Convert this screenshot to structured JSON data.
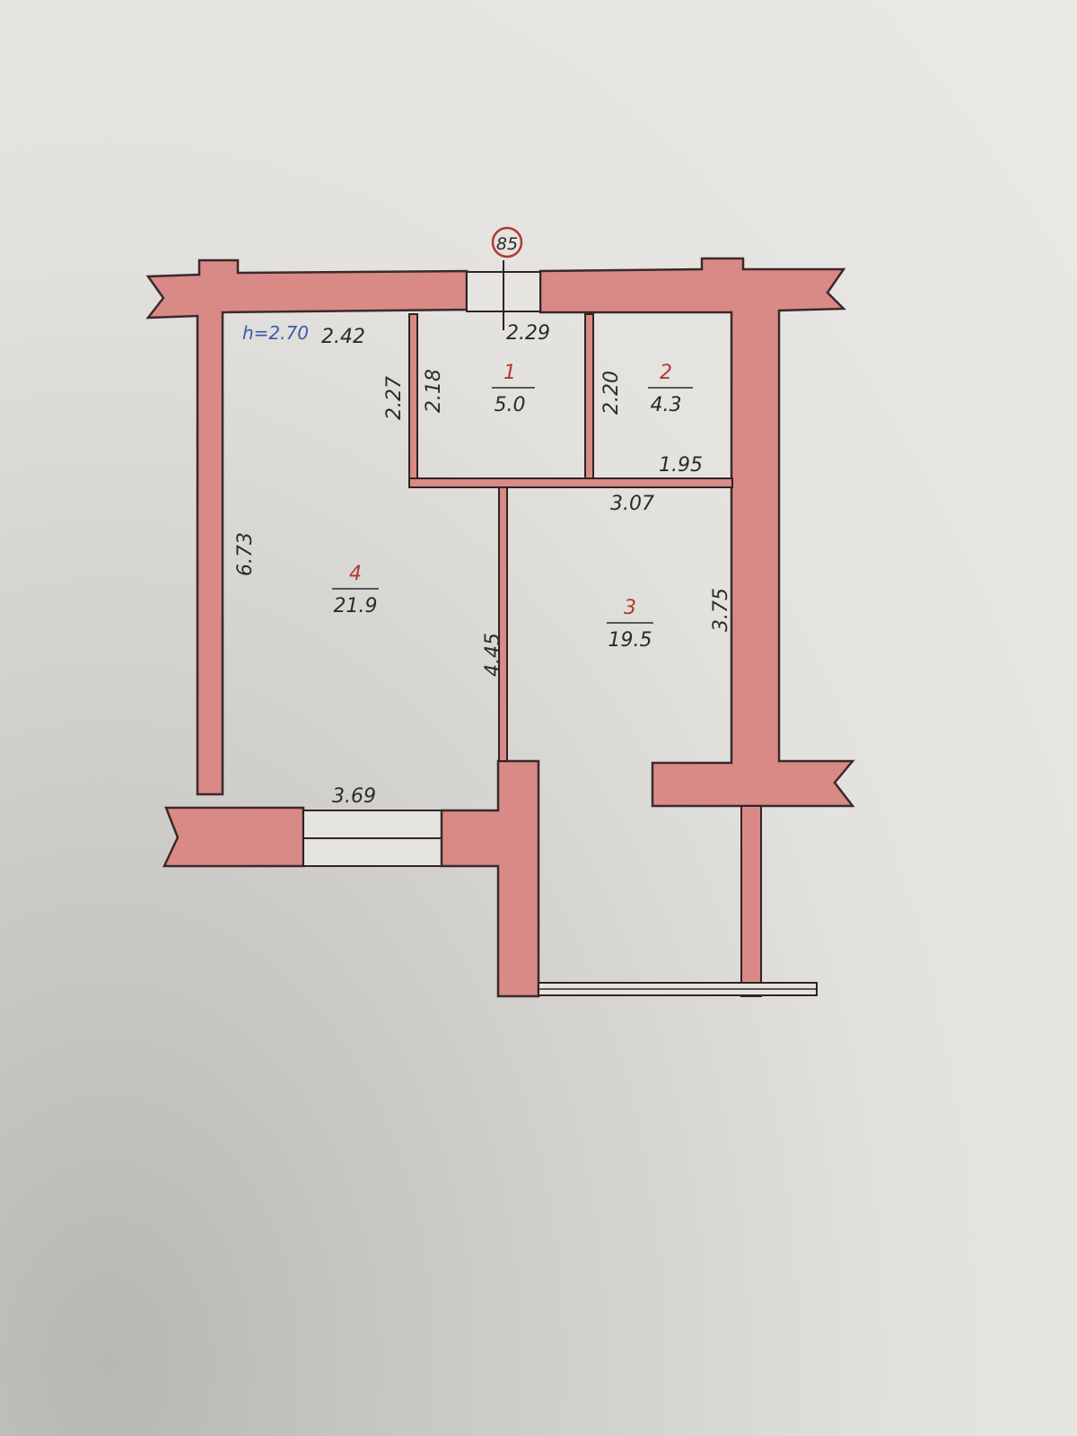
{
  "plan": {
    "axis_marker": "85",
    "ceiling_height": "h=2.70",
    "rooms": [
      {
        "number": "1",
        "area": "5.0"
      },
      {
        "number": "2",
        "area": "4.3"
      },
      {
        "number": "3",
        "area": "19.5"
      },
      {
        "number": "4",
        "area": "21.9"
      }
    ],
    "dimensions": {
      "room4_top": "2.42",
      "room4_side": "6.73",
      "room4_bottom": "3.69",
      "room4_inner": "2.27",
      "room4_lower": "4.45",
      "room1_top": "2.29",
      "room1_side": "2.18",
      "room2_side": "2.20",
      "room2_bottom": "1.95",
      "room3_top": "3.07",
      "room3_side": "3.75"
    },
    "colors": {
      "wall": "#d98a86",
      "paper": "#ebe9e5",
      "room_number": "#b03a32",
      "height_label": "#3b5aa8"
    }
  }
}
